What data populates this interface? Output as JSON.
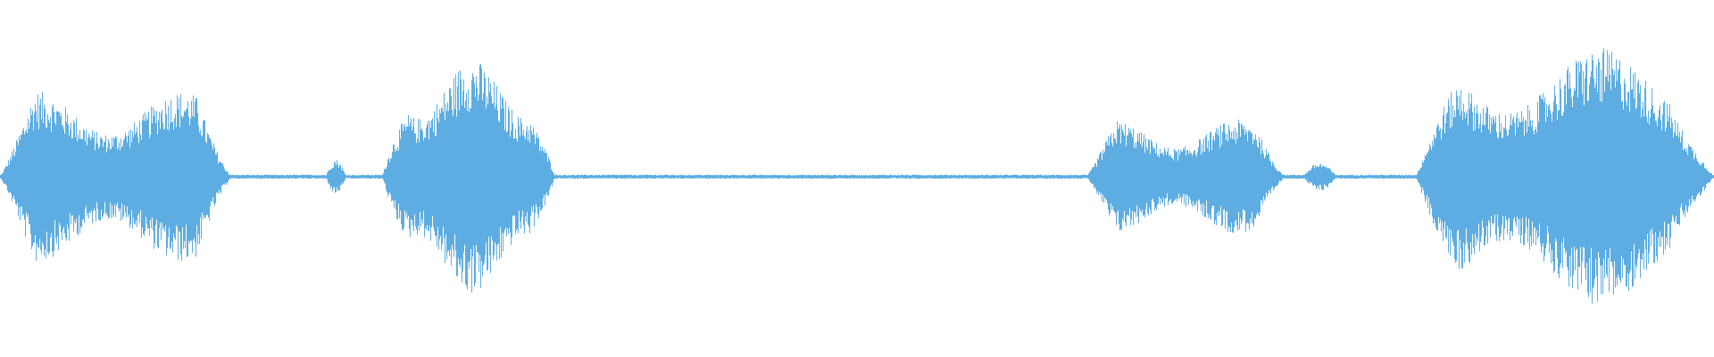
{
  "waveform": {
    "color": "#5dade2",
    "background": "#ffffff",
    "segments": [
      {
        "start": 0.0,
        "end": 0.135,
        "amp": 0.24,
        "kind": "voice"
      },
      {
        "start": 0.19,
        "end": 0.202,
        "amp": 0.05,
        "kind": "blip"
      },
      {
        "start": 0.223,
        "end": 0.324,
        "amp": 0.33,
        "kind": "voice"
      },
      {
        "start": 0.634,
        "end": 0.75,
        "amp": 0.16,
        "kind": "voice"
      },
      {
        "start": 0.76,
        "end": 0.78,
        "amp": 0.04,
        "kind": "blip"
      },
      {
        "start": 0.826,
        "end": 1.0,
        "amp": 0.36,
        "kind": "voice"
      }
    ],
    "baseline_amp": 0.006
  }
}
